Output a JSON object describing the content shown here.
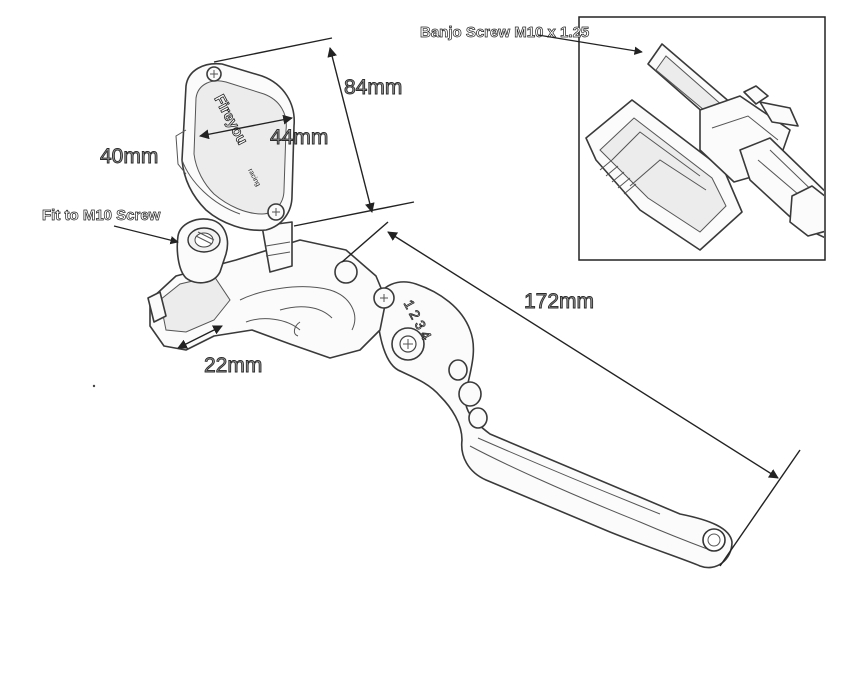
{
  "labels": {
    "banjo_screw": "Banjo Screw M10 x 1.25",
    "height_84": "84mm",
    "width_44": "44mm",
    "depth_40": "40mm",
    "fit_screw": "Fit to M10 Screw",
    "clamp_22": "22mm",
    "lever_172": "172mm"
  },
  "brand": {
    "name": "Fireyou",
    "sub": "racing"
  },
  "lever_marks": {
    "numbers": "1 2 3 4"
  }
}
